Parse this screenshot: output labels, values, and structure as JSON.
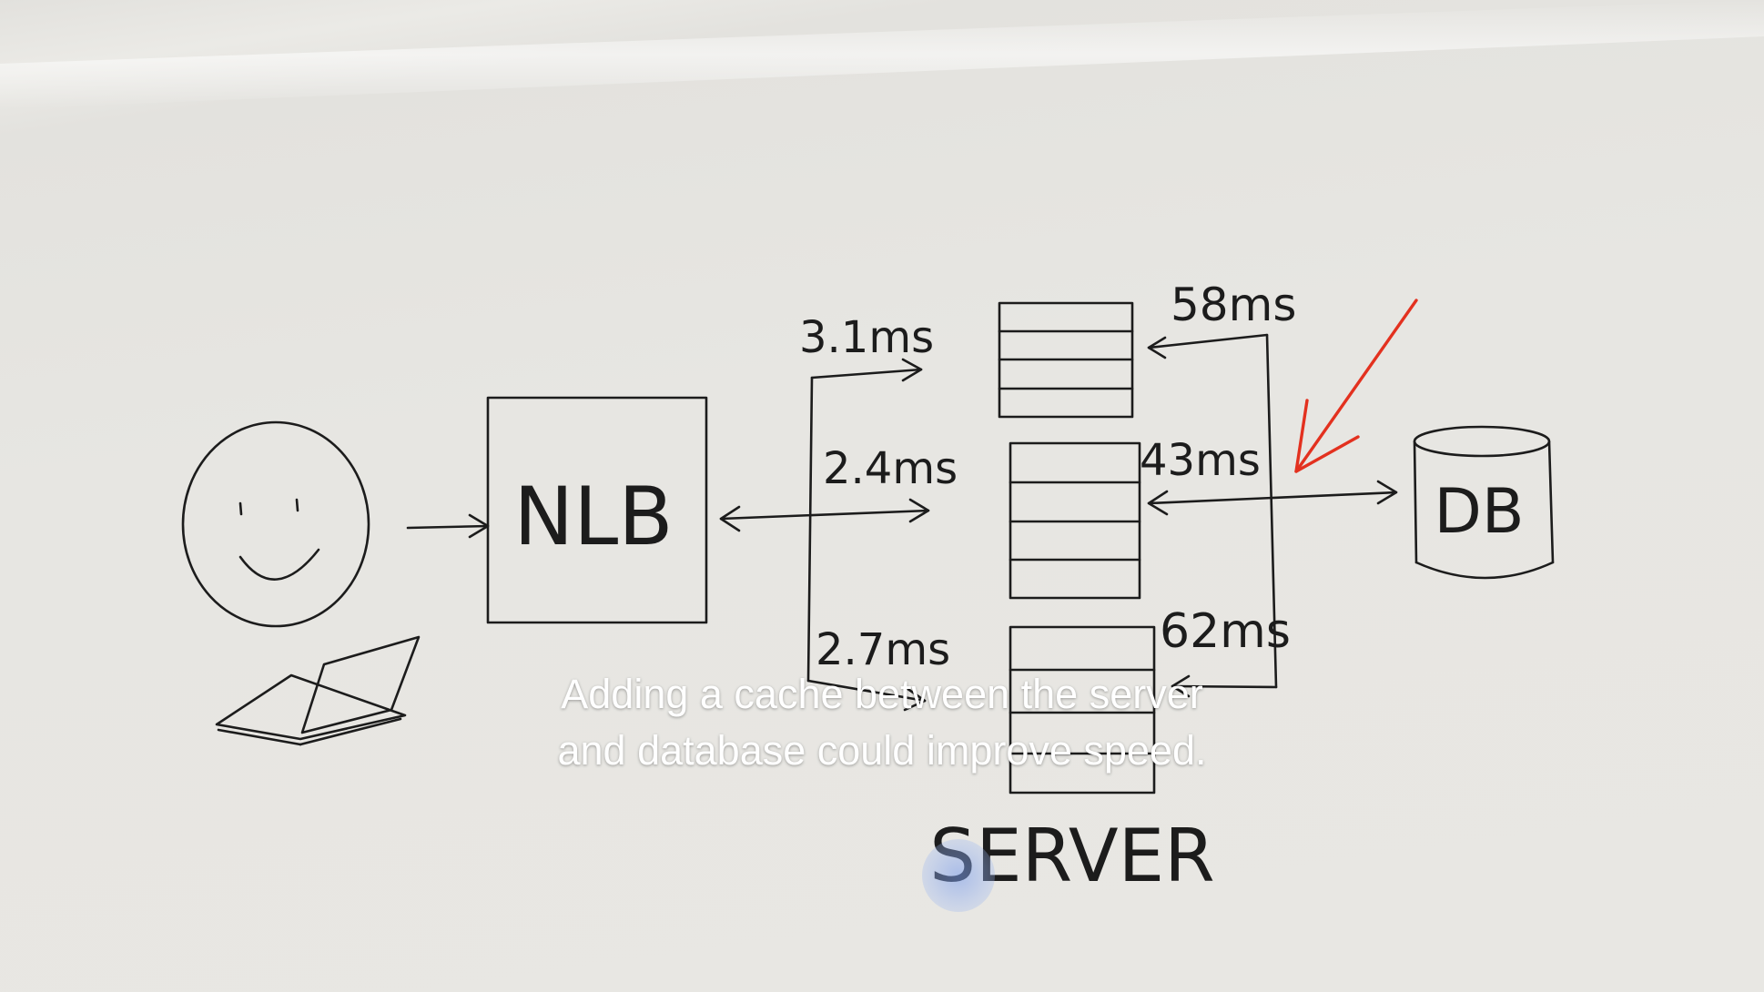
{
  "diagram": {
    "nodes": {
      "load_balancer": "NLB",
      "database": "DB",
      "server_group": "SERVER"
    },
    "latencies": {
      "nlb_to_server_1": "3.1ms",
      "nlb_to_server_2": "2.4ms",
      "nlb_to_server_3": "2.7ms",
      "server_1_to_db": "58ms",
      "server_2_to_db": "43ms",
      "server_3_to_db": "62ms"
    }
  },
  "caption": {
    "line1": "Adding a cache between the server",
    "line2": "and database could improve speed."
  },
  "colors": {
    "ink": "#1c1c1c",
    "annotation": "#e3311f",
    "cursor": "#7d9be6"
  }
}
